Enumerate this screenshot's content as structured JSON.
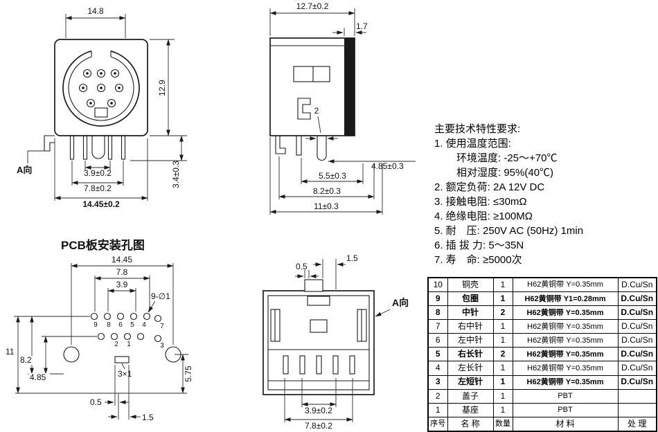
{
  "drawing": {
    "bg": "#ffffff",
    "ink": "#1a1a1a"
  },
  "front_view": {
    "view_label": "A向",
    "dims": {
      "top_width": "14.8",
      "height": "12.9",
      "leg_height": "3.4±0.3",
      "pin_span_inner": "3.9±0.2",
      "pin_span_outer": "7.8±0.2",
      "total_width": "14.45±0.2"
    }
  },
  "side_view": {
    "dims": {
      "top_width": "12.7±0.2",
      "flange": "1.7",
      "leg_width": "2",
      "leg_drop": "4.85±0.3",
      "span_a": "5.5±0.3",
      "span_b": "8.2±0.3",
      "span_total": "11±0.3"
    }
  },
  "tech_notes": {
    "title": "主要技术特性要求:",
    "lines": [
      {
        "text": "1. 使用温度范围:",
        "indent": false
      },
      {
        "text": "环境温度: -25～+70℃",
        "indent": true
      },
      {
        "text": "相对湿度: 95%(40℃)",
        "indent": true
      },
      {
        "text": "2. 额定负荷: 2A 12V DC",
        "indent": false
      },
      {
        "text": "3. 接触电阻: ≤30mΩ",
        "indent": false
      },
      {
        "text": "4. 绝缘电阻: ≥100MΩ",
        "indent": false
      },
      {
        "text": "5. 耐　压: 250V AC (50Hz) 1min",
        "indent": false
      },
      {
        "text": "6. 插 拔 力: 5～35N",
        "indent": false
      },
      {
        "text": "7. 寿　命: ≥5000次",
        "indent": false
      }
    ]
  },
  "pcb_view": {
    "title": "PCB板安装孔图",
    "dims": {
      "hole_pitch_total": "14.45",
      "hole_pitch_outer": "7.8",
      "hole_pitch_inner": "3.9",
      "hole_callout": "9-∅1",
      "height": "11",
      "mid_height": "8.2",
      "lower_height": "4.85",
      "slot_size": "3×1",
      "right_height": "5.75",
      "offset_a": "0.5",
      "offset_b": "1.5"
    },
    "pin_labels": [
      "9",
      "8",
      "6",
      "5",
      "4",
      "7",
      "2",
      "1",
      "3"
    ]
  },
  "rear_view": {
    "view_label": "A向",
    "dims": {
      "tab_offset_a": "1.5",
      "tab_offset_b": "0.5",
      "pin_span_inner": "3.9±0.2",
      "pin_span_outer": "7.8±0.2"
    }
  },
  "parts_table": {
    "header": {
      "no": "序号",
      "name": "名 称",
      "qty": "数量",
      "material": "材 料",
      "process": "处 理"
    },
    "rows": [
      {
        "no": "10",
        "name": "铜壳",
        "qty": "1",
        "material": "H62黄铜带 Y=0.35mm",
        "process": "D.Cu/Sn"
      },
      {
        "no": "9",
        "name": "包圈",
        "qty": "1",
        "material": "H62黄铜带 Y1=0.28mm",
        "process": "D.Cu/Sn"
      },
      {
        "no": "8",
        "name": "中针",
        "qty": "2",
        "material": "H62黄铜带 Y=0.35mm",
        "process": "D.Cu/Sn"
      },
      {
        "no": "7",
        "name": "右中针",
        "qty": "1",
        "material": "H62黄铜带 Y=0.35mm",
        "process": "D.Cu/Sn"
      },
      {
        "no": "6",
        "name": "左中针",
        "qty": "1",
        "material": "H62黄铜带 Y=0.35mm",
        "process": "D.Cu/Sn"
      },
      {
        "no": "5",
        "name": "右长针",
        "qty": "2",
        "material": "H62黄铜带 Y=0.35mm",
        "process": "D.Cu/Sn"
      },
      {
        "no": "4",
        "name": "左长针",
        "qty": "1",
        "material": "H62黄铜带 Y=0.35mm",
        "process": "D.Cu/Sn"
      },
      {
        "no": "3",
        "name": "左短针",
        "qty": "1",
        "material": "H62黄铜带 Y=0.35mm",
        "process": "D.Cu/Sn"
      },
      {
        "no": "2",
        "name": "盖子",
        "qty": "1",
        "material": "PBT",
        "process": ""
      },
      {
        "no": "1",
        "name": "基座",
        "qty": "1",
        "material": "PBT",
        "process": ""
      }
    ]
  }
}
